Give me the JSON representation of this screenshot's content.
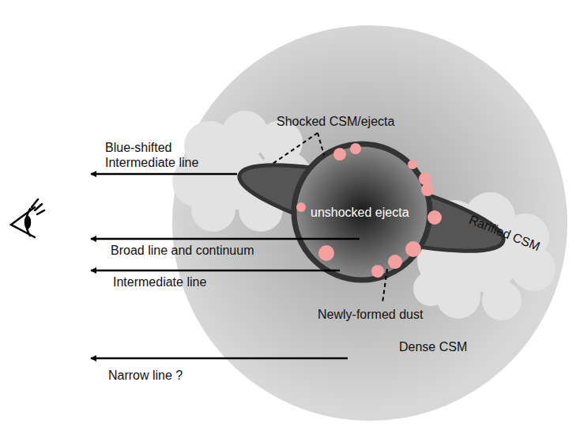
{
  "diagram": {
    "labels": [
      "Shocked CSM/ejecta",
      "Blue-shifted Intermediate line",
      "unshocked ejecta",
      "Rarified CSM",
      "Broad line and continuum",
      "Intermediate line",
      "Newly-formed dust",
      "Dense CSM",
      "Narrow line ?"
    ]
  }
}
